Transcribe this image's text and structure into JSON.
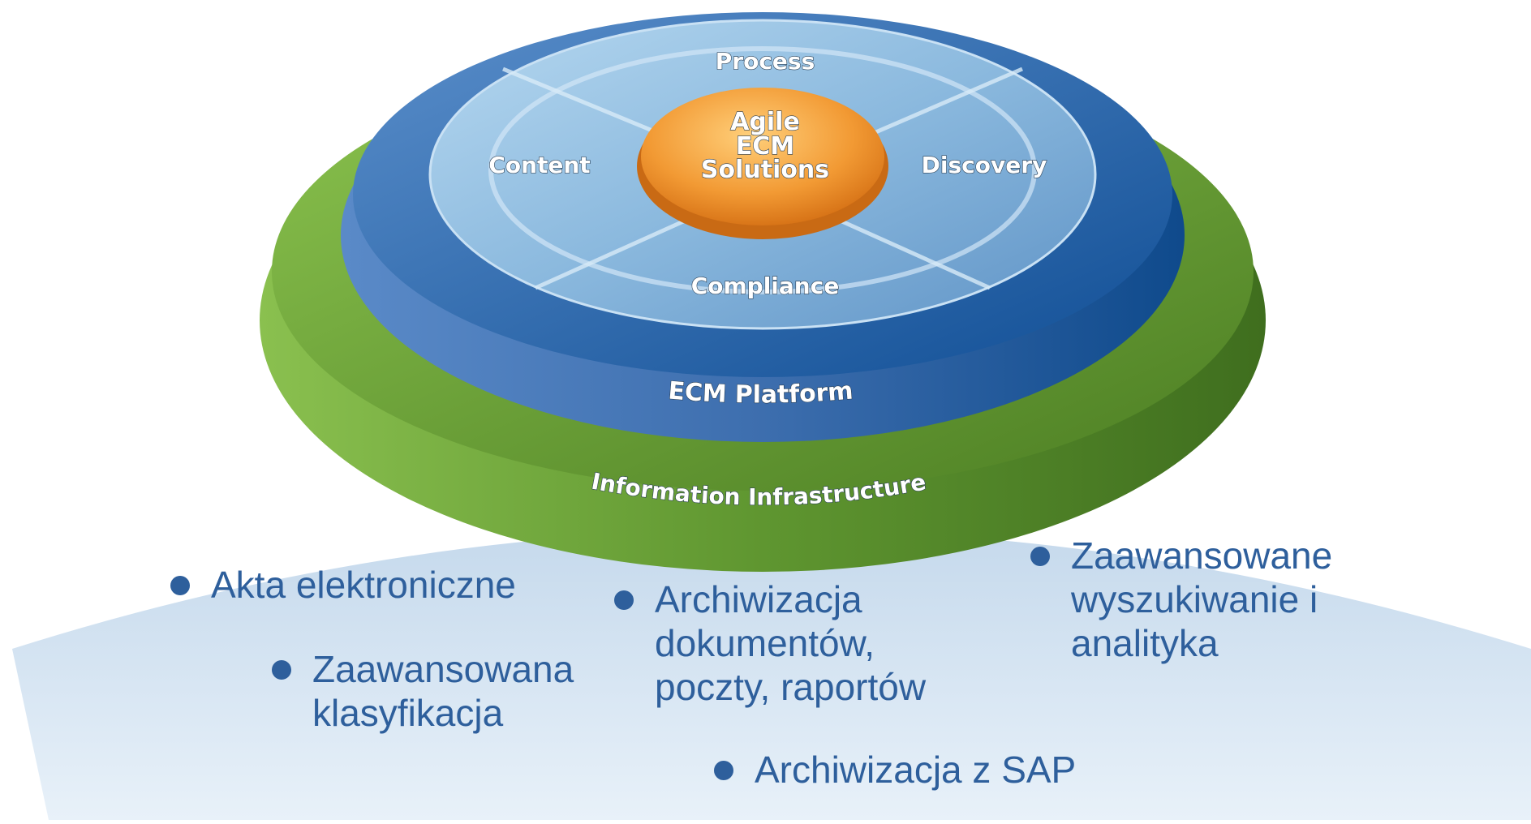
{
  "diagram": {
    "center_label": [
      "Agile",
      "ECM",
      "Solutions"
    ],
    "quadrants": {
      "top": "Process",
      "left": "Content",
      "right": "Discovery",
      "bottom": "Compliance"
    },
    "ring_blue": "ECM Platform",
    "ring_green": "Information Infrastructure"
  },
  "bullets": [
    {
      "lines": [
        "Akta elektroniczne"
      ]
    },
    {
      "lines": [
        "Zaawansowana",
        "klasyfikacja"
      ]
    },
    {
      "lines": [
        "Archiwizacja",
        "dokumentów,",
        "poczty, raportów"
      ]
    },
    {
      "lines": [
        "Zaawansowane",
        "wyszukiwanie i",
        "analityka"
      ]
    },
    {
      "lines": [
        "Archiwizacja z SAP"
      ]
    }
  ],
  "colors": {
    "green_ring": "#6aa03e",
    "blue_ring": "#1e5ea3",
    "inner_disc": "#8ebde3",
    "center": "#f0962e",
    "bullet_text": "#2e5f9c",
    "fan_background": "#cfe1f0"
  }
}
